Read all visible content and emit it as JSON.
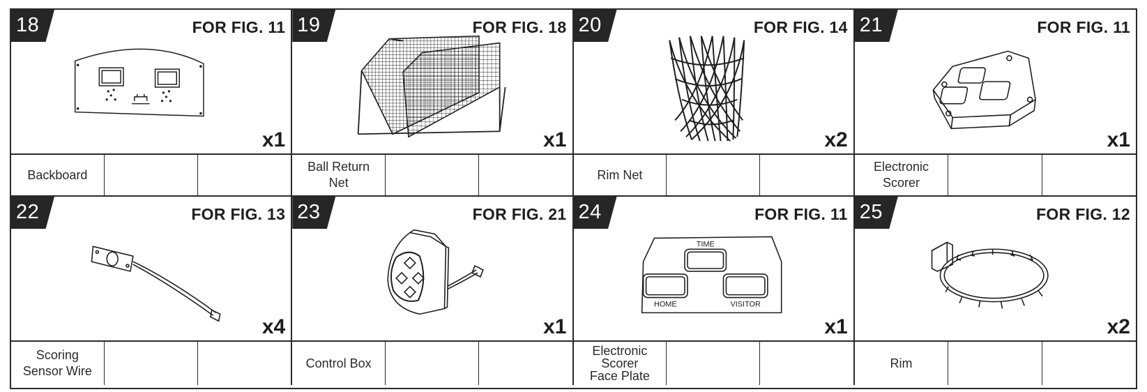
{
  "parts": [
    {
      "number": "18",
      "for_fig": "FOR FIG. 11",
      "quantity": "x1",
      "name": "Backboard",
      "icon": "backboard-icon"
    },
    {
      "number": "19",
      "for_fig": "FOR FIG. 18",
      "quantity": "x1",
      "name": "Ball Return\nNet",
      "icon": "ball-return-net-icon"
    },
    {
      "number": "20",
      "for_fig": "FOR FIG. 14",
      "quantity": "x2",
      "name": "Rim Net",
      "icon": "rim-net-icon"
    },
    {
      "number": "21",
      "for_fig": "FOR FIG. 11",
      "quantity": "x1",
      "name": "Electronic\nScorer",
      "icon": "electronic-scorer-icon"
    },
    {
      "number": "22",
      "for_fig": "FOR FIG. 13",
      "quantity": "x4",
      "name": "Scoring\nSensor Wire",
      "icon": "sensor-wire-icon"
    },
    {
      "number": "23",
      "for_fig": "FOR FIG. 21",
      "quantity": "x1",
      "name": "Control Box",
      "icon": "control-box-icon"
    },
    {
      "number": "24",
      "for_fig": "FOR FIG. 11",
      "quantity": "x1",
      "name": "Electronic\nScorer\nFace Plate",
      "icon": "face-plate-icon"
    },
    {
      "number": "25",
      "for_fig": "FOR FIG. 12",
      "quantity": "x2",
      "name": "Rim",
      "icon": "rim-icon"
    }
  ],
  "face_plate_labels": {
    "time": "TIME",
    "home": "HOME",
    "visitor": "VISITOR"
  },
  "colors": {
    "ink": "#1e1e1e",
    "tab": "#262626",
    "paper": "#ffffff"
  }
}
